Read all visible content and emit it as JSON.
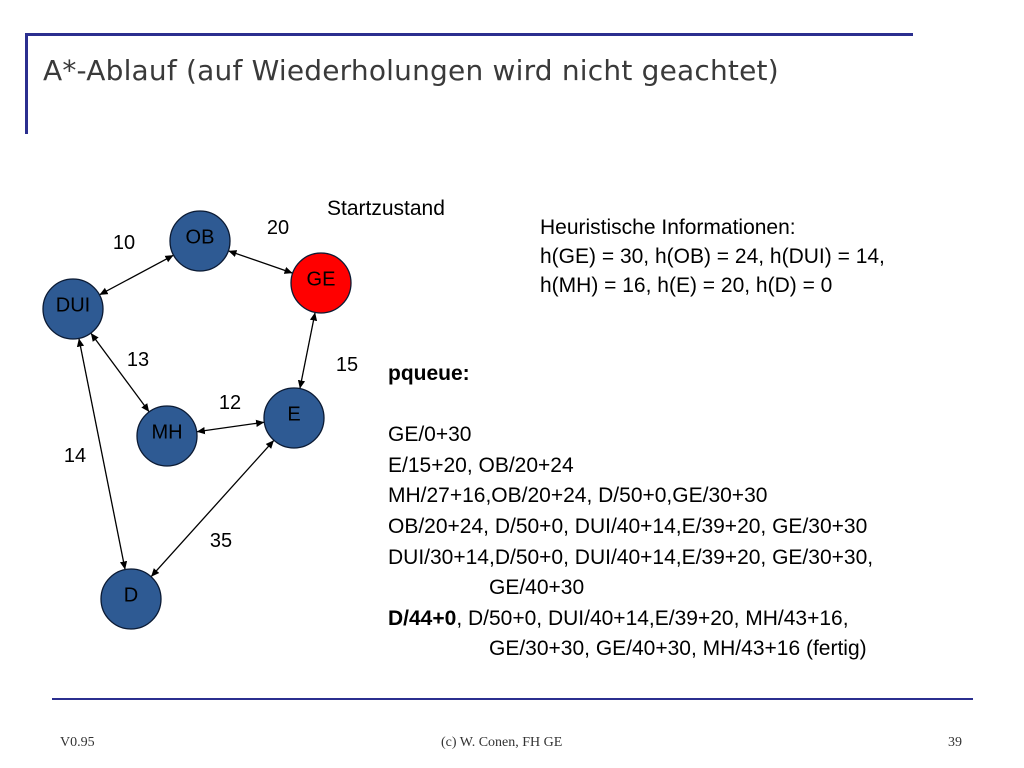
{
  "slide": {
    "title": "A*-Ablauf (auf Wiederholungen wird nicht geachtet)",
    "start_label": "Startzustand"
  },
  "graph": {
    "nodes": [
      {
        "id": "OB",
        "label": "OB",
        "color": "#2e5a93"
      },
      {
        "id": "GE",
        "label": "GE",
        "color": "#ff0000"
      },
      {
        "id": "DUI",
        "label": "DUI",
        "color": "#2e5a93"
      },
      {
        "id": "MH",
        "label": "MH",
        "color": "#2e5a93"
      },
      {
        "id": "E",
        "label": "E",
        "color": "#2e5a93"
      },
      {
        "id": "D",
        "label": "D",
        "color": "#2e5a93"
      }
    ],
    "edges": [
      {
        "from": "OB",
        "to": "DUI",
        "weight": "10"
      },
      {
        "from": "OB",
        "to": "GE",
        "weight": "20"
      },
      {
        "from": "DUI",
        "to": "MH",
        "weight": "13"
      },
      {
        "from": "GE",
        "to": "E",
        "weight": "15"
      },
      {
        "from": "MH",
        "to": "E",
        "weight": "12"
      },
      {
        "from": "DUI",
        "to": "D",
        "weight": "14"
      },
      {
        "from": "E",
        "to": "D",
        "weight": "35"
      }
    ]
  },
  "heuristics": {
    "heading": "Heuristische Informationen:",
    "line1": "h(GE) = 30, h(OB) = 24, h(DUI) = 14,",
    "line2": "h(MH) = 16, h(E) = 20, h(D) = 0"
  },
  "pqueue": {
    "title": "pqueue:",
    "rows": [
      "GE/0+30",
      "E/15+20, OB/20+24",
      "MH/27+16,OB/20+24, D/50+0,GE/30+30",
      "OB/20+24, D/50+0, DUI/40+14,E/39+20, GE/30+30",
      "DUI/30+14,D/50+0, DUI/40+14,E/39+20, GE/30+30,",
      "GE/40+30"
    ],
    "final_bold": "D/44+0",
    "final_rest": ", D/50+0, DUI/40+14,E/39+20, MH/43+16,",
    "final_cont": "GE/30+30, GE/40+30, MH/43+16 (fertig)"
  },
  "footer": {
    "version": "V0.95",
    "copyright": "(c) W. Conen, FH GE",
    "page": "39"
  }
}
